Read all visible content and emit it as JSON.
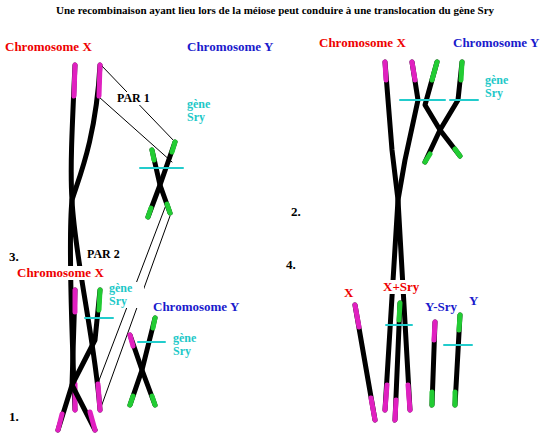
{
  "diagram": {
    "title": "Une recombinaison ayant lieu lors de la méiose peut conduire à une translocation du gène Sry",
    "labels": [
      "Chromosome X",
      "Chromosome Y",
      "PAR 1",
      "gène Sry",
      "PAR 2",
      "1.",
      "Chromosome X",
      "Chromosome Y",
      "gène Sry",
      "2.",
      "3.",
      "Chromosome X",
      "gène Sry",
      "Chromosome Y",
      "gène Sry",
      "4.",
      "X",
      "X+Sry",
      "Y-Sry",
      "Y"
    ]
  }
}
